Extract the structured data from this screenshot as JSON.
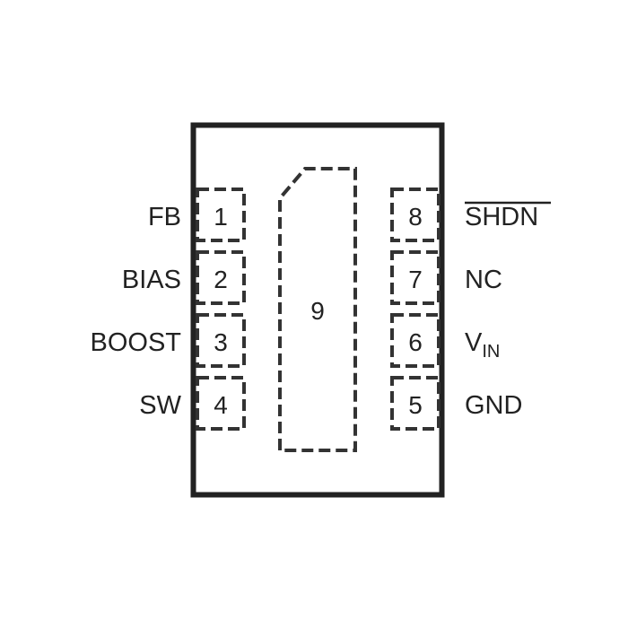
{
  "diagram": {
    "type": "IC pinout (top view, DFN package)",
    "left_pins": [
      {
        "number": "1",
        "name": "FB"
      },
      {
        "number": "2",
        "name": "BIAS"
      },
      {
        "number": "3",
        "name": "BOOST"
      },
      {
        "number": "4",
        "name": "SW"
      }
    ],
    "right_pins": [
      {
        "number": "8",
        "name": "SHDN",
        "overbar": true
      },
      {
        "number": "7",
        "name": "NC"
      },
      {
        "number": "6",
        "name": "V",
        "subscript": "IN"
      },
      {
        "number": "5",
        "name": "GND"
      }
    ],
    "exposed_pad": {
      "number": "9"
    }
  }
}
